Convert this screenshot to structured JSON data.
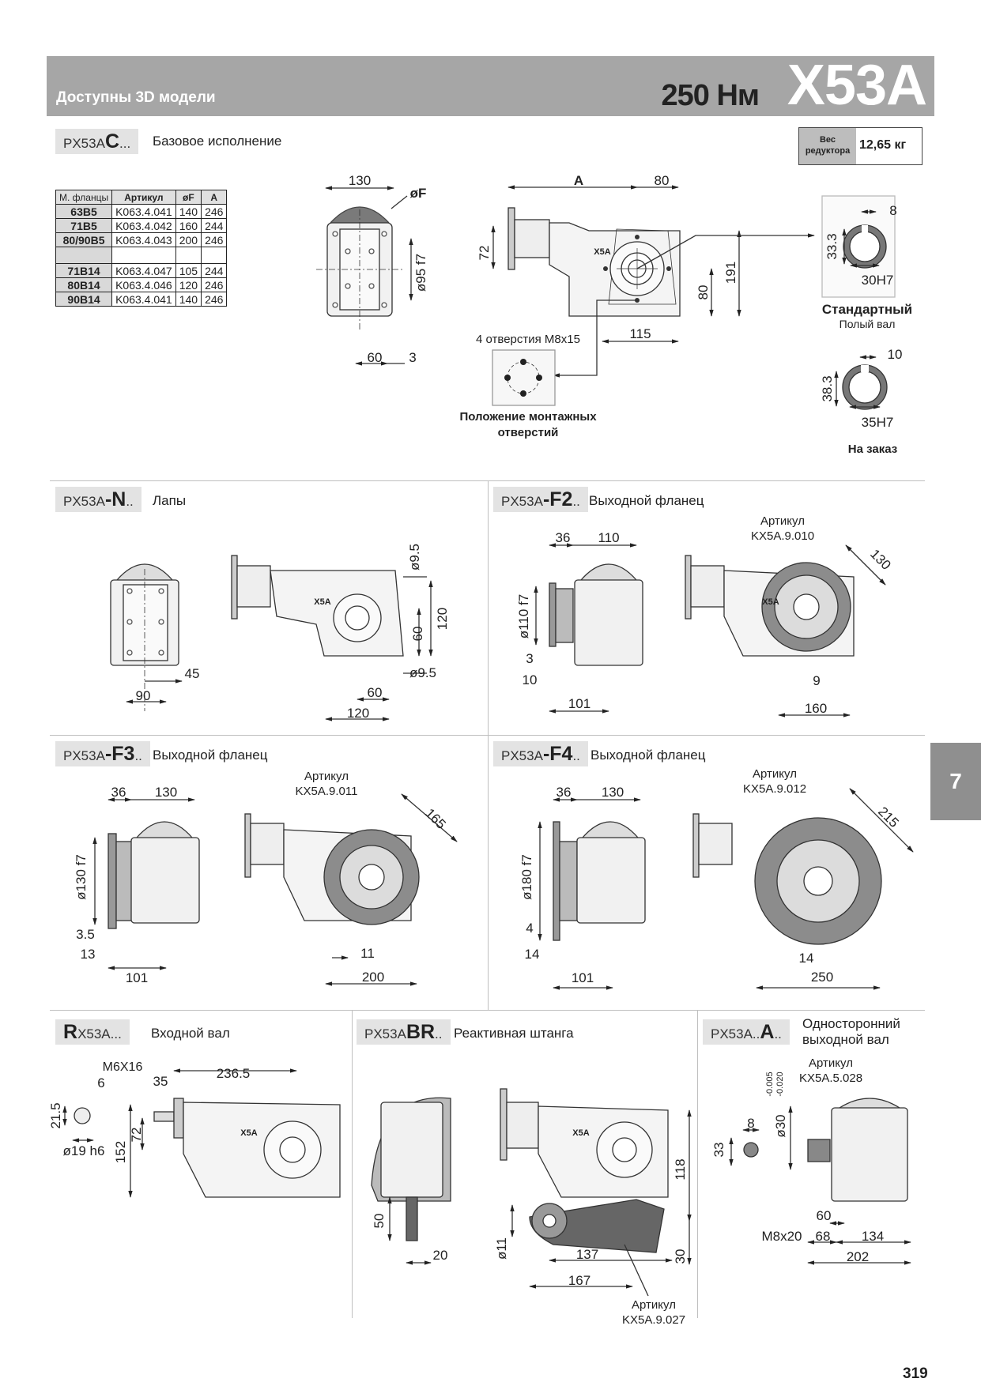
{
  "header": {
    "title": "Доступны 3D модели",
    "torque": "250 Нм",
    "model": "X53A"
  },
  "weight": {
    "label_line1": "Вес",
    "label_line2": "редуктора",
    "value": "12,65 кг"
  },
  "sections": {
    "base": {
      "prefix": "PX53A",
      "code": "C",
      "suffix": "...",
      "caption": "Базовое исполнение"
    },
    "feet": {
      "prefix": "PX53A",
      "code": "-N",
      "suffix": "..",
      "caption": "Лапы"
    },
    "f2": {
      "prefix": "PX53A",
      "code": "-F2",
      "suffix": "..",
      "caption": "Выходной фланец"
    },
    "f3": {
      "prefix": "PX53A",
      "code": "-F3",
      "suffix": "..",
      "caption": "Выходной фланец"
    },
    "f4": {
      "prefix": "PX53A",
      "code": "-F4",
      "suffix": "..",
      "caption": "Выходной фланец"
    },
    "r": {
      "code": "R",
      "prefix": "X53A",
      "suffix": "...",
      "caption": "Входной вал"
    },
    "br": {
      "prefix": "PX53A",
      "code": "BR",
      "suffix": "..",
      "caption": "Реактивная штанга"
    },
    "a": {
      "prefix": "PX53A..",
      "code": "A",
      "suffix": "..",
      "caption_line1": "Односторонний",
      "caption_line2": "выходной вал"
    }
  },
  "flange_table": {
    "headers": [
      "М. фланцы",
      "Артикул",
      "øF",
      "A"
    ],
    "rows": [
      [
        "63B5",
        "K063.4.041",
        "140",
        "246"
      ],
      [
        "71B5",
        "K063.4.042",
        "160",
        "244"
      ],
      [
        "80/90B5",
        "K063.4.043",
        "200",
        "246"
      ],
      [
        "",
        "",
        "",
        ""
      ],
      [
        "71B14",
        "K063.4.047",
        "105",
        "244"
      ],
      [
        "80B14",
        "K063.4.046",
        "120",
        "246"
      ],
      [
        "90B14",
        "K063.4.041",
        "140",
        "246"
      ]
    ]
  },
  "labels": {
    "holes": "4 отверстия M8x15",
    "mount_pos_1": "Положение монтажных",
    "mount_pos_2": "отверстий",
    "standard": "Стандартный",
    "hollow": "Полый вал",
    "on_order": "На заказ",
    "article": "Артикул",
    "art_f2": "KX5A.9.010",
    "art_f3": "KX5A.9.011",
    "art_f4": "KX5A.9.012",
    "art_a": "KX5A.5.028",
    "art_br": "KX5A.9.027",
    "housing": "X5A"
  },
  "dims": {
    "base": [
      "130",
      "øF",
      "ø95 f7",
      "60",
      "3",
      "A",
      "80",
      "72",
      "191",
      "80",
      "115"
    ],
    "shaft_std": [
      "8",
      "33.3",
      "30H7"
    ],
    "shaft_order": [
      "10",
      "38.3",
      "35H7"
    ],
    "feet": [
      "45",
      "90",
      "ø9.5",
      "120",
      "60",
      "ø9.5",
      "60",
      "120"
    ],
    "f2": [
      "36",
      "110",
      "130",
      "ø110 f7",
      "3",
      "10",
      "101",
      "9",
      "160"
    ],
    "f3": [
      "36",
      "130",
      "165",
      "ø130 f7",
      "3.5",
      "13",
      "101",
      "11",
      "200"
    ],
    "f4": [
      "36",
      "130",
      "215",
      "ø180 f7",
      "4",
      "14",
      "101",
      "14",
      "250"
    ],
    "r": [
      "M6X16",
      "6",
      "35",
      "236.5",
      "21.5",
      "72",
      "152",
      "ø19 h6"
    ],
    "br": [
      "50",
      "20",
      "118",
      "ø11",
      "137",
      "167",
      "30"
    ],
    "a": [
      "-0.005",
      "-0.020",
      "ø30",
      "8",
      "33",
      "60",
      "M8x20",
      "68",
      "134",
      "202"
    ]
  },
  "chapter": "7",
  "page_number": "319"
}
